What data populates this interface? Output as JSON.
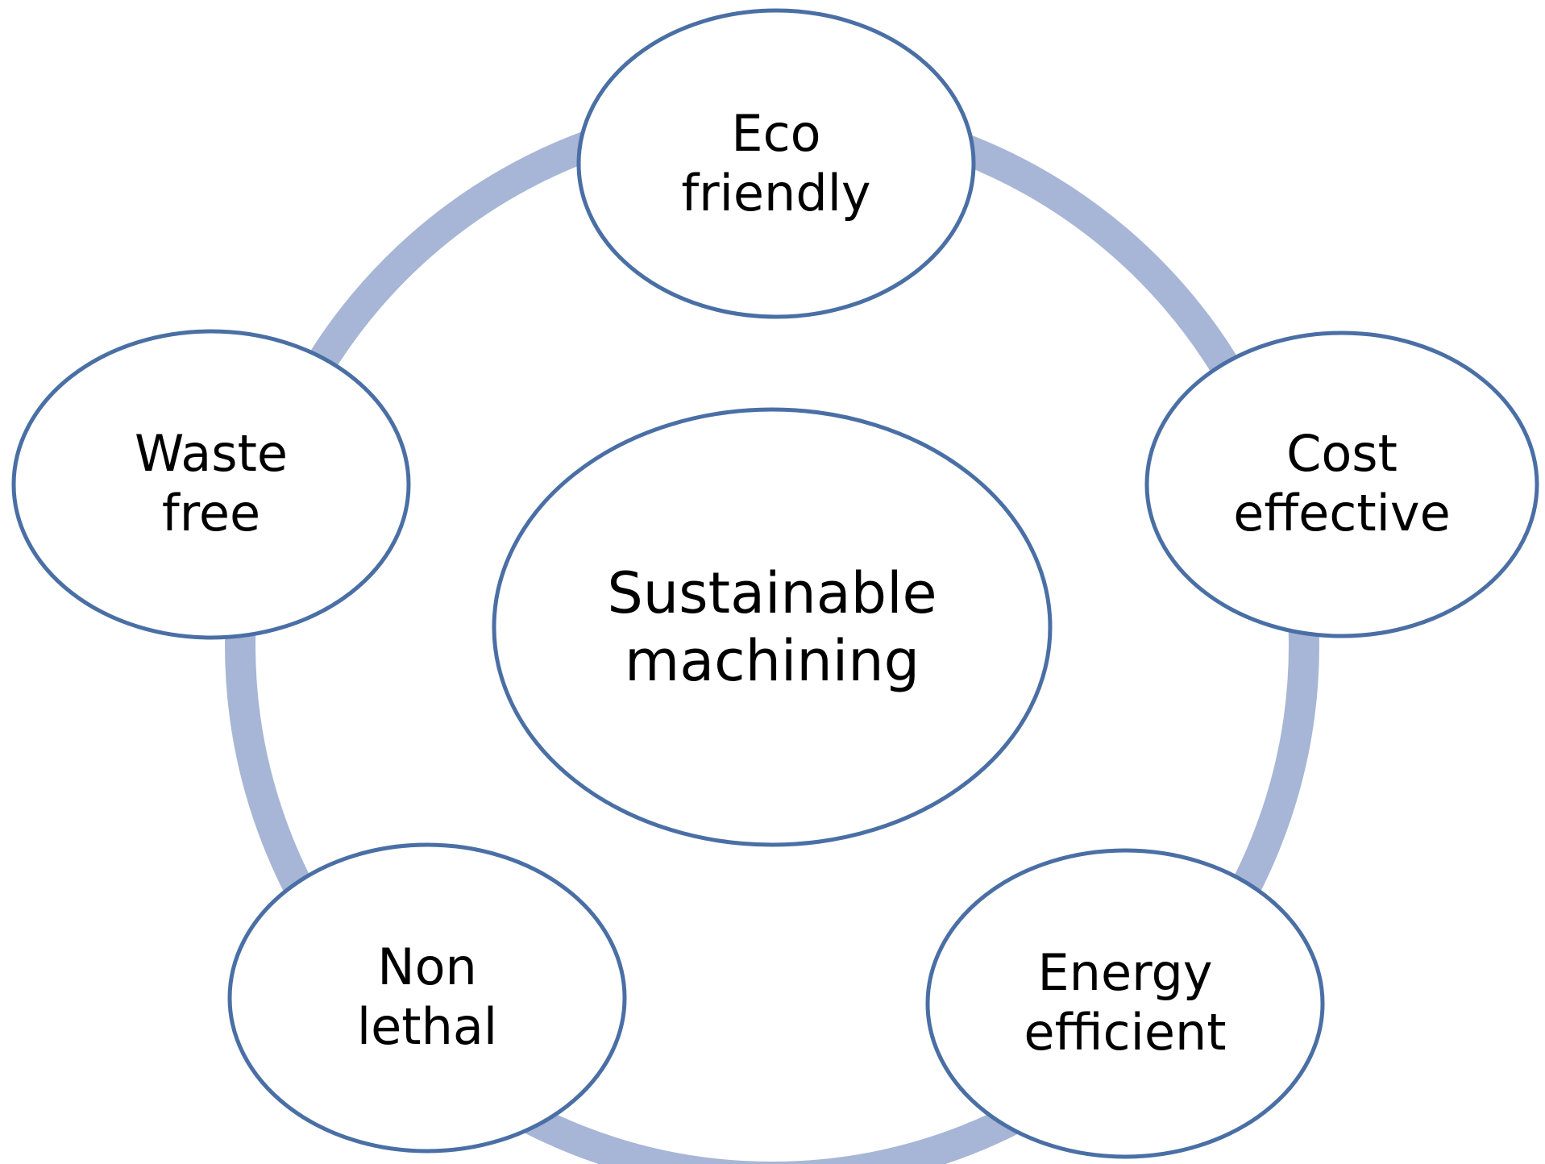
{
  "center": {
    "lines": [
      "Sustainable",
      "machining"
    ]
  },
  "nodes": [
    {
      "id": "eco-friendly",
      "lines": [
        "Eco",
        "friendly"
      ]
    },
    {
      "id": "cost-effective",
      "lines": [
        "Cost",
        "effective"
      ]
    },
    {
      "id": "energy-efficient",
      "lines": [
        "Energy",
        "efficient"
      ]
    },
    {
      "id": "non-lethal",
      "lines": [
        "Non",
        "lethal"
      ]
    },
    {
      "id": "waste-free",
      "lines": [
        "Waste",
        "free"
      ]
    }
  ],
  "colors": {
    "ring": "#a7b6d6",
    "node_border": "#4a6fa5",
    "node_fill": "#ffffff",
    "text": "#000000"
  }
}
